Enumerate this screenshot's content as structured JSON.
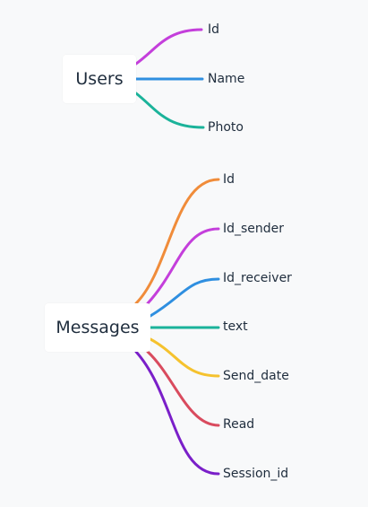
{
  "diagram": {
    "roots": [
      {
        "id": "users",
        "label": "Users",
        "children": [
          {
            "label": "Id",
            "color": "#c43fdb"
          },
          {
            "label": "Name",
            "color": "#2f8fe0"
          },
          {
            "label": "Photo",
            "color": "#1bb39a"
          }
        ]
      },
      {
        "id": "messages",
        "label": "Messages",
        "children": [
          {
            "label": "Id",
            "color": "#f08c3a"
          },
          {
            "label": "Id_sender",
            "color": "#c43fdb"
          },
          {
            "label": "Id_receiver",
            "color": "#2f8fe0"
          },
          {
            "label": "text",
            "color": "#1bb39a"
          },
          {
            "label": "Send_date",
            "color": "#f5c22e"
          },
          {
            "label": "Read",
            "color": "#d94b5e"
          },
          {
            "label": "Session_id",
            "color": "#7a1fc9"
          }
        ]
      }
    ]
  }
}
